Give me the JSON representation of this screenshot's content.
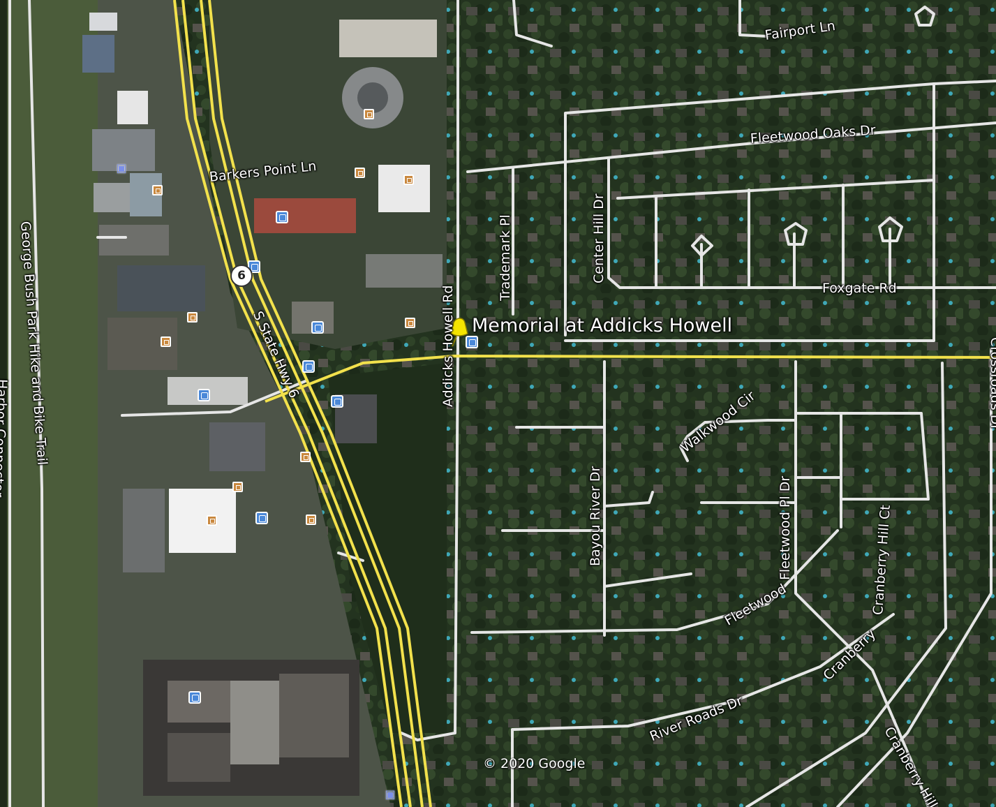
{
  "roads": {
    "fairport": "Fairport Ln",
    "fleetwood_oaks": "Fleetwood Oaks Dr",
    "barkers_point": "Barkers Point Ln",
    "trademark": "Trademark Pl",
    "center_hill": "Center Hill Dr",
    "foxgate": "Foxgate Rd",
    "addicks_howell": "Addicks Howell Rd",
    "crossroads": "Crossroads Dr",
    "s_state_hwy_6": "S State Hwy 6",
    "george_bush_trail": "George Bush Park Hike and Bike Trail",
    "harbor_connector": "Harbor Connector",
    "walkwood": "Walkwood Cir",
    "bayou_river": "Bayou River Dr",
    "fleetwood_pl": "Fleetwood Pl Dr",
    "cranberry_hill_ct": "Cranberry Hill Ct",
    "fleetwood": "Fleetwood",
    "cranberry": "Cranberry",
    "river_roads": "River Roads Dr",
    "cranberry_hill": "Cranberry Hill"
  },
  "place": {
    "label": "Memorial at Addicks Howell"
  },
  "highway_shield": {
    "number": "6"
  },
  "copyright": "© 2020 Google",
  "colors": {
    "highway": "#f2e14c",
    "local_road": "#e8e8e8",
    "pin": "#f5e400",
    "poi_orange": "#c9883e",
    "poi_blue": "#4a88d8"
  }
}
